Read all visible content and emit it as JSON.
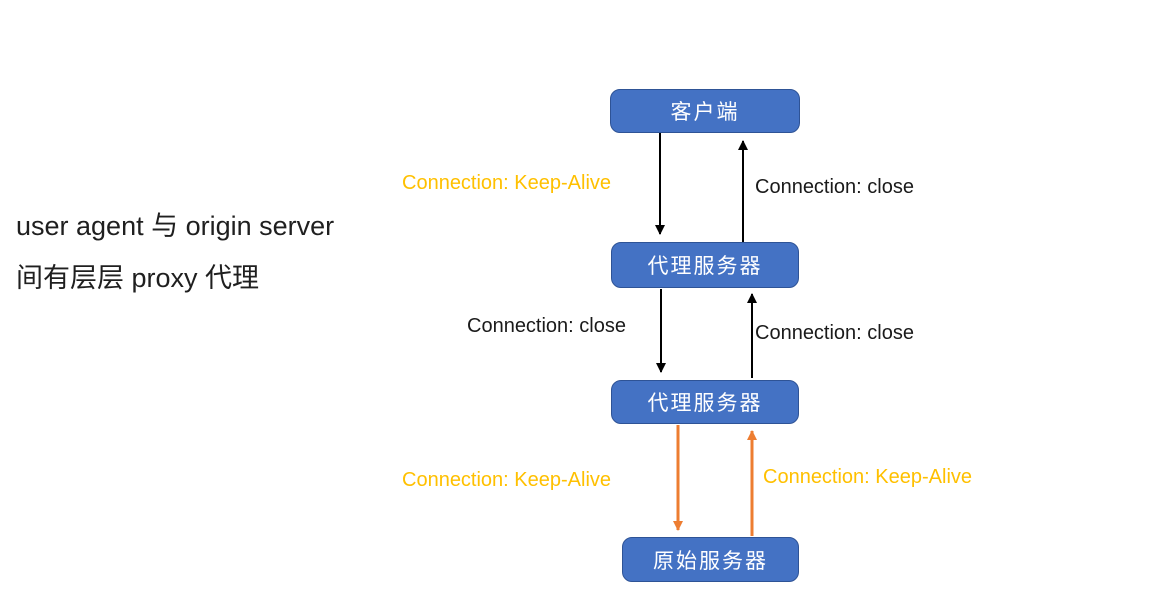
{
  "note": {
    "line1": "user agent 与 origin server",
    "line2": "间有层层 proxy 代理"
  },
  "nodes": [
    {
      "id": "client",
      "label": "客户端"
    },
    {
      "id": "proxy1",
      "label": "代理服务器"
    },
    {
      "id": "proxy2",
      "label": "代理服务器"
    },
    {
      "id": "origin",
      "label": "原始服务器"
    }
  ],
  "connections": [
    {
      "from": "client",
      "to": "proxy1",
      "direction": "down",
      "label": "Connection: Keep-Alive",
      "label_color": "#FFC000",
      "arrow_color": "#000000"
    },
    {
      "from": "proxy1",
      "to": "client",
      "direction": "up",
      "label": "Connection: close",
      "label_color": "#1a1a1a",
      "arrow_color": "#000000"
    },
    {
      "from": "proxy1",
      "to": "proxy2",
      "direction": "down",
      "label": "Connection: close",
      "label_color": "#1a1a1a",
      "arrow_color": "#000000"
    },
    {
      "from": "proxy2",
      "to": "proxy1",
      "direction": "up",
      "label": "Connection: close",
      "label_color": "#1a1a1a",
      "arrow_color": "#000000"
    },
    {
      "from": "proxy2",
      "to": "origin",
      "direction": "down",
      "label": "Connection: Keep-Alive",
      "label_color": "#FFC000",
      "arrow_color": "#ED7D31"
    },
    {
      "from": "origin",
      "to": "proxy2",
      "direction": "up",
      "label": "Connection: Keep-Alive",
      "label_color": "#FFC000",
      "arrow_color": "#ED7D31"
    }
  ],
  "colors": {
    "node_fill": "#4472C4",
    "node_border": "#2E5396",
    "node_text": "#ffffff",
    "keep_alive_label": "#FFC000",
    "close_label": "#1a1a1a",
    "black_arrow": "#000000",
    "orange_arrow": "#ED7D31",
    "background": "#ffffff"
  }
}
